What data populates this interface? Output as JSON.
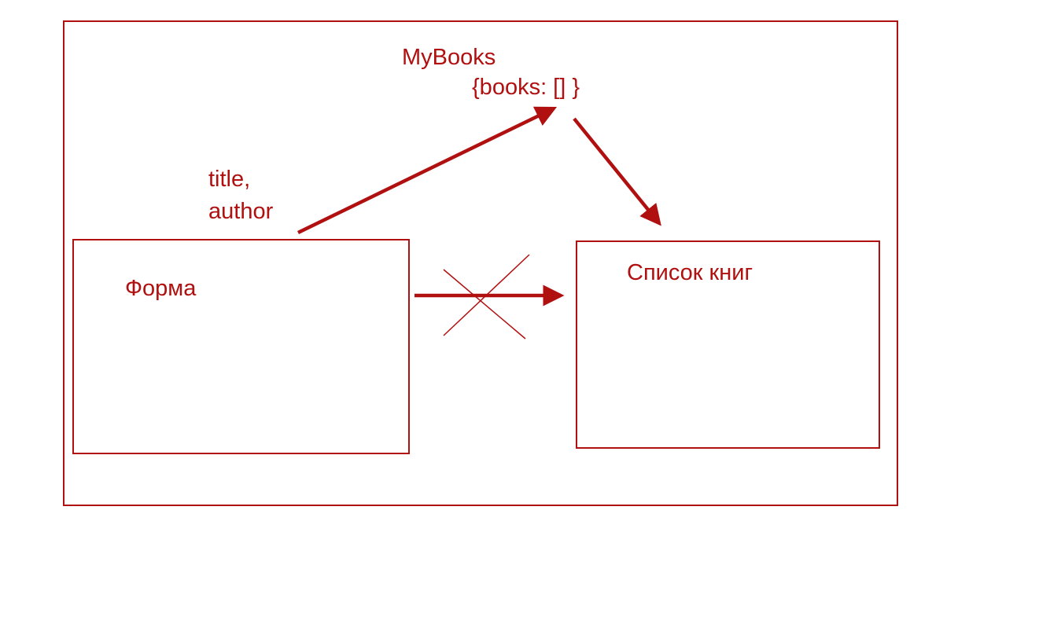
{
  "diagram": {
    "accent_color": "#b01010",
    "parent_component": {
      "name": "MyBooks",
      "state": "{books: [] }"
    },
    "props_label": {
      "line1": "title,",
      "line2": "author"
    },
    "form_component": {
      "label": "Форма"
    },
    "list_component": {
      "label": "Список книг"
    }
  }
}
